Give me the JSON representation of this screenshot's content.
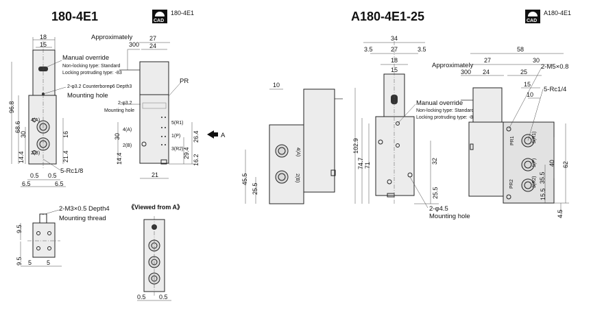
{
  "left": {
    "title": "180-4E1",
    "cad_badge": "CAD",
    "cad_label": "180-4E1",
    "dims": {
      "top_18": "18",
      "top_15": "15",
      "approx": "Approximately",
      "d300": "300",
      "d27": "27",
      "d24": "24",
      "v96_8": "96.8",
      "v68_6": "68.6",
      "v30": "30",
      "v14_4": "14.4",
      "v16": "16",
      "v21_4": "21.4",
      "b0_5a": "0.5",
      "b0_5b": "0.5",
      "b6_5a": "6.5",
      "b6_5b": "6.5",
      "s30": "30",
      "s14_4": "14.4",
      "s21": "21",
      "s26_4": "26.4",
      "s29_4": "29.4",
      "s16_2": "16.2"
    },
    "notes": {
      "manual": "Manual override",
      "nonlock": "Non-locking type: Standard",
      "locking": "Locking protruding type: -83",
      "counterbore": "2-φ3.2 Counterboreφ6 Depth3",
      "mounting": "Mounting hole",
      "rc18": "5-Rc1/8",
      "pr": "PR",
      "phi32": "2-φ3.2",
      "mounting2": "Mounting hole",
      "arrowA": "A"
    },
    "ports": {
      "p4a": "4(A)",
      "p2b": "2(B)",
      "p5r1": "5(R1)",
      "p1p": "1(P)",
      "p3r2": "3(R2)",
      "f4a": "4(A)",
      "f2b": "2(B)"
    },
    "bottom": {
      "thread": "2-M3×0.5 Depth4",
      "thread_label": "Mounting thread",
      "viewed": "《Viewed from A》",
      "v9_5a": "9.5",
      "v9_5b": "9.5",
      "h5a": "5",
      "h5b": "5",
      "vb0_5a": "0.5",
      "vb0_5b": "0.5"
    }
  },
  "right": {
    "title": "A180-4E1-25",
    "cad_badge": "CAD",
    "cad_label": "A180-4E1",
    "dims": {
      "d34": "34",
      "d27": "27",
      "d18": "18",
      "d15": "15",
      "d3_5a": "3.5",
      "d3_5b": "3.5",
      "d10": "10",
      "d45_5": "45.5",
      "d25_5": "25.5",
      "d102_9": "102.9",
      "d74_7": "74.7",
      "d71": "71",
      "d32": "32",
      "d25_5b": "25.5",
      "approx": "Approximately",
      "d300": "300",
      "d24": "24",
      "d58": "58",
      "d27b": "27",
      "d30": "30",
      "d25": "25",
      "d15b": "15",
      "d10b": "10",
      "d40": "40",
      "d35_5": "35.5",
      "d15_5": "15.5",
      "d62": "62",
      "d4_5": "4.5"
    },
    "notes": {
      "manual": "Manual override",
      "nonlock": "Non-locking type: Standard",
      "locking": "Locking protruding type: -83",
      "m5": "2-M5×0.8",
      "rc14": "5-Rc1/4",
      "phi45": "2-φ4.5",
      "mounting": "Mounting hole"
    },
    "ports": {
      "f4a": "4(A)",
      "f2b": "2(B)",
      "pr1": "PR1",
      "pr2": "PR2",
      "p5r1": "5(R1)",
      "p1p": "1(P)",
      "p3r2": "3(R2)"
    }
  }
}
